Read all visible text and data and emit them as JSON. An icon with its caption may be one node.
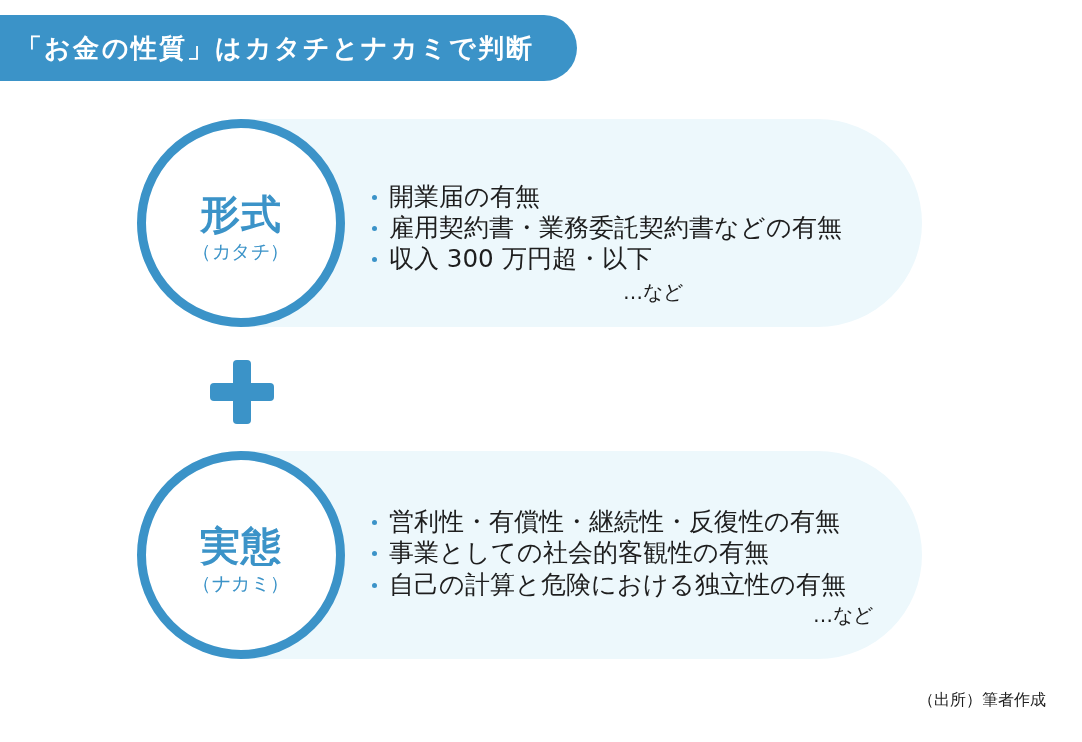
{
  "diagram": {
    "title": "「お金の性質」はカタチとナカミで判断",
    "caption": "（出所）筆者作成",
    "nodes": [
      {
        "text": [
          "開業届の有無",
          "雇用契約書・業務委託契約書などの有無",
          "収入 300 万円超・以下",
          "…など"
        ]
      },
      {
        "text": [
          "形式",
          "（カタチ）"
        ],
        "in": 0
      },
      {
        "text": [
          "営利性・有償性・継続性・反復性の有無",
          "事業としての社会的客観性の有無",
          "自己の計算と危険における独立性の有無",
          "…など"
        ]
      },
      {
        "text": [
          "実態",
          "（ナカミ）"
        ],
        "in": 2
      }
    ]
  }
}
